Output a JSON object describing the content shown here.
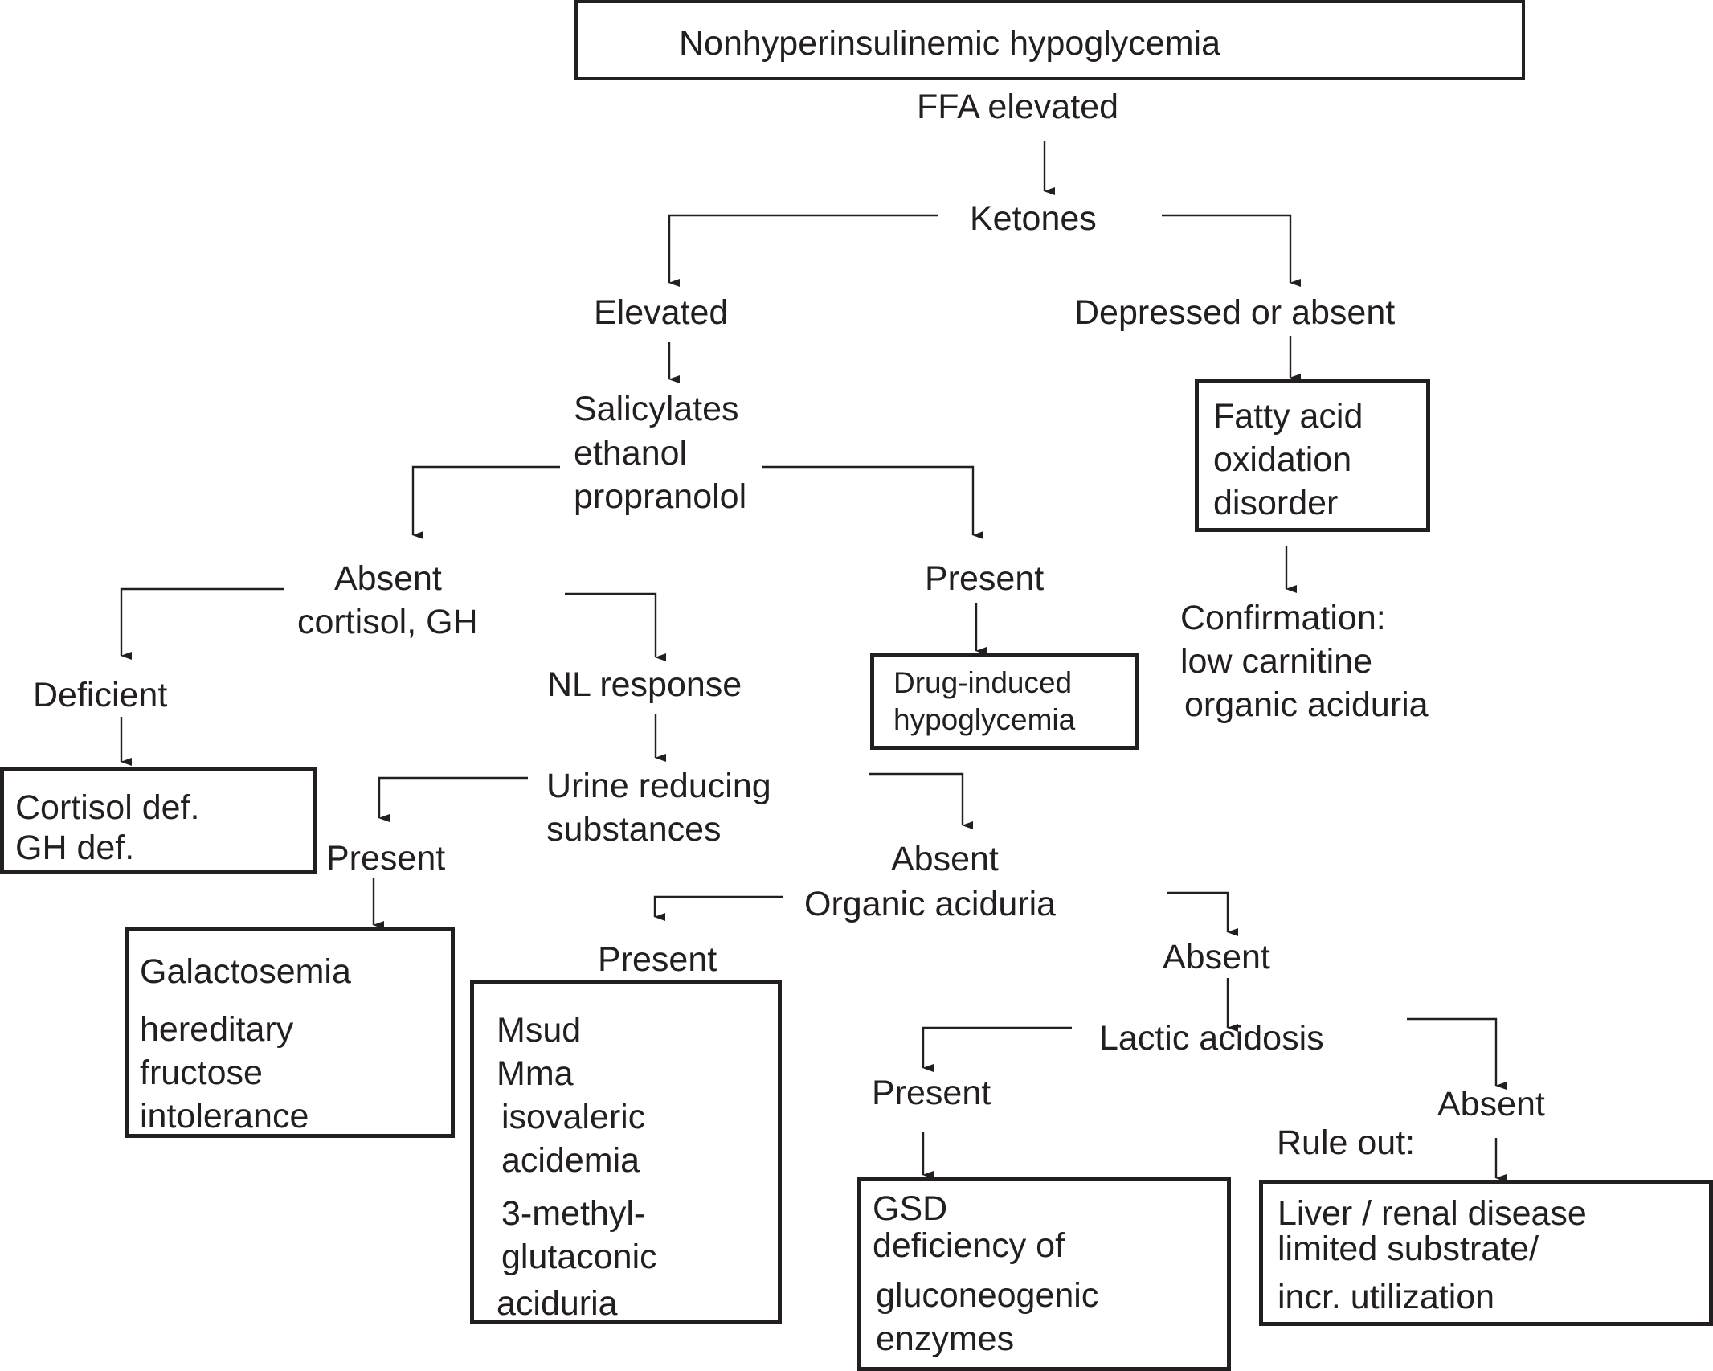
{
  "title": "Nonhyperinsulinemic hypoglycemia",
  "nodes": {
    "ffa": "FFA elevated",
    "ketones": "Ketones",
    "elevated": "Elevated",
    "depressed": "Depressed or absent",
    "drugs": [
      "Salicylates",
      "ethanol",
      "propranolol"
    ],
    "fao_box": [
      "Fatty acid",
      "oxidation",
      "disorder"
    ],
    "confirmation": [
      "Confirmation:",
      "low carnitine",
      "organic aciduria"
    ],
    "absent_cortisol": [
      "Absent",
      "cortisol, GH"
    ],
    "present_drug": "Present",
    "drug_box": [
      "Drug-induced",
      "hypoglycemia"
    ],
    "deficient": "Deficient",
    "nl_response": "NL response",
    "cortisol_box": [
      "Cortisol def.",
      "GH def."
    ],
    "urine": [
      "Urine reducing",
      "substances"
    ],
    "present_urine": "Present",
    "absent_urine": "Absent",
    "organic": "Organic aciduria",
    "galactosemia_box": [
      "Galactosemia",
      "hereditary",
      "fructose",
      "intolerance"
    ],
    "present_organic": "Present",
    "absent_organic": "Absent",
    "organic_box": [
      "Msud",
      "Mma",
      "isovaleric",
      "acidemia",
      "3-methyl-",
      "glutaconic",
      "aciduria"
    ],
    "lactic": "Lactic acidosis",
    "present_lactic": "Present",
    "absent_lactic": "Absent",
    "rule_out": "Rule out:",
    "gsd_box": [
      "GSD",
      "deficiency of",
      "gluconeogenic",
      "enzymes"
    ],
    "liver_box": [
      "Liver / renal disease",
      "limited substrate/",
      "incr. utilization"
    ]
  }
}
